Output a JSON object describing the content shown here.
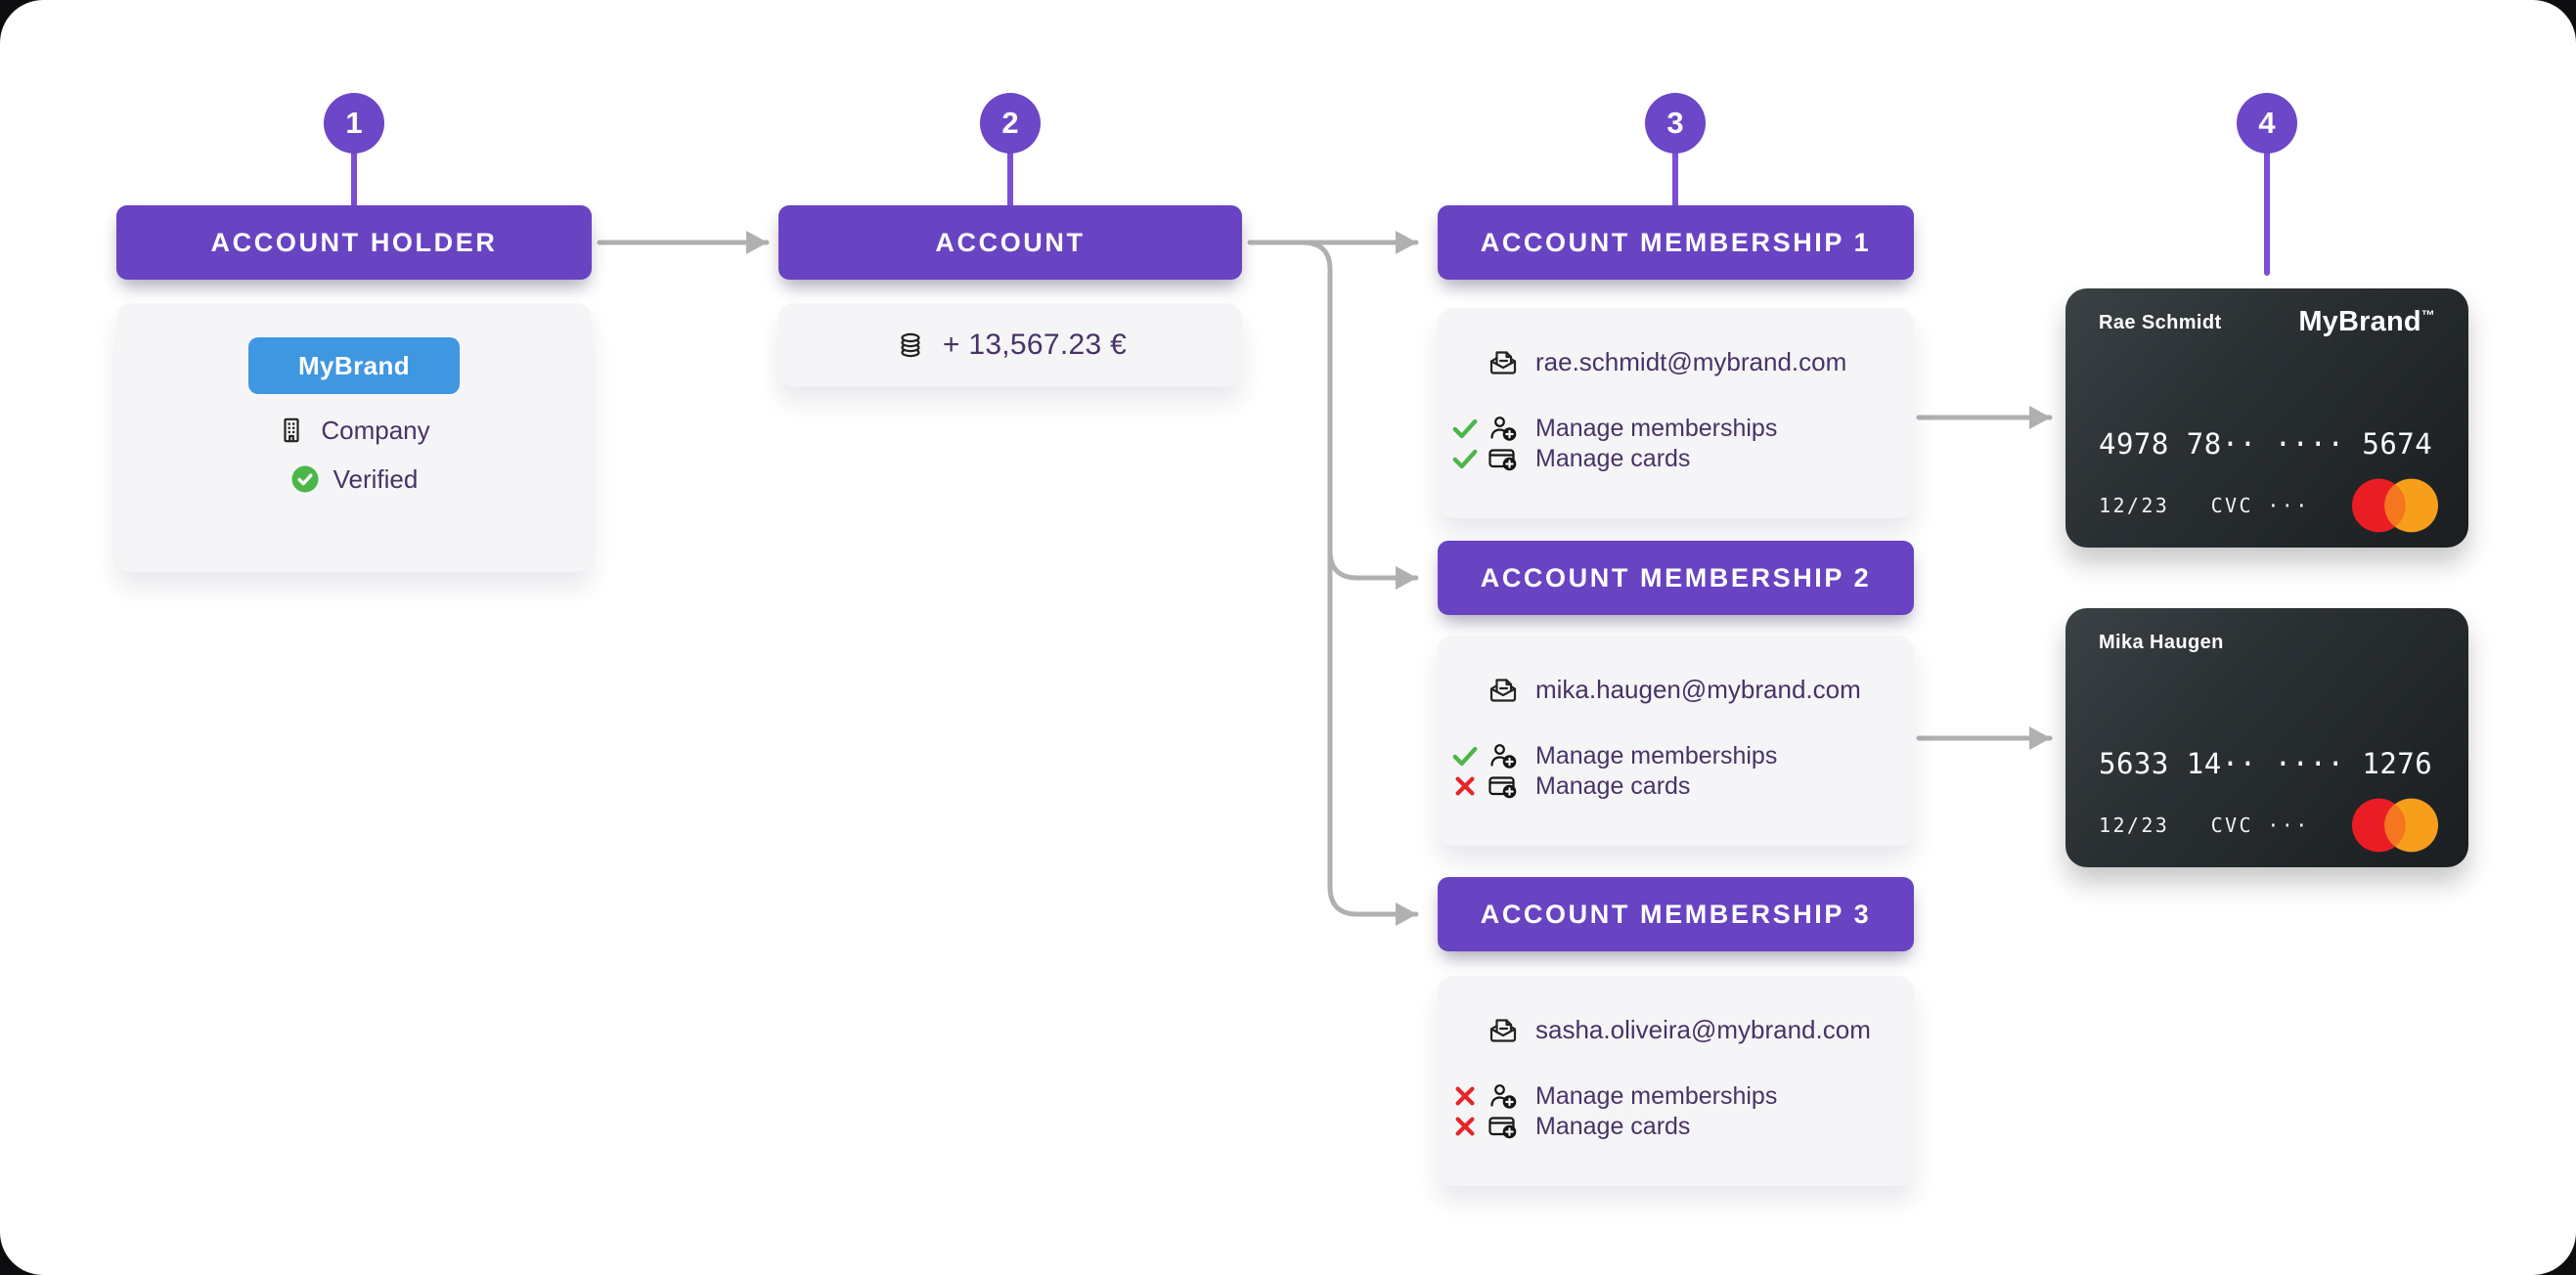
{
  "markers": [
    {
      "number": "1"
    },
    {
      "number": "2"
    },
    {
      "number": "3"
    },
    {
      "number": "4"
    }
  ],
  "account_holder": {
    "title": "ACCOUNT HOLDER",
    "brand": "MyBrand",
    "type_label": "Company",
    "status_label": "Verified"
  },
  "account": {
    "title": "ACCOUNT",
    "balance": "+ 13,567.23 €"
  },
  "memberships": [
    {
      "title": "ACCOUNT MEMBERSHIP 1",
      "email": "rae.schmidt@mybrand.com",
      "permissions": [
        {
          "label": "Manage memberships",
          "allowed": true
        },
        {
          "label": "Manage cards",
          "allowed": true
        }
      ]
    },
    {
      "title": "ACCOUNT MEMBERSHIP 2",
      "email": "mika.haugen@mybrand.com",
      "permissions": [
        {
          "label": "Manage memberships",
          "allowed": true
        },
        {
          "label": "Manage cards",
          "allowed": false
        }
      ]
    },
    {
      "title": "ACCOUNT MEMBERSHIP 3",
      "email": "sasha.oliveira@mybrand.com",
      "permissions": [
        {
          "label": "Manage memberships",
          "allowed": false
        },
        {
          "label": "Manage cards",
          "allowed": false
        }
      ]
    }
  ],
  "cards": [
    {
      "holder": "Rae Schmidt",
      "brand": "MyBrand",
      "brand_mark": "™",
      "number": "4978 78·· ···· 5674",
      "expiry": "12/23",
      "cvc": "CVC ···"
    },
    {
      "holder": "Mika Haugen",
      "number": "5633 14·· ···· 1276",
      "expiry": "12/23",
      "cvc": "CVC ···"
    }
  ],
  "colors": {
    "purple_header": "#6843C2",
    "purple_marker": "#6C47C8",
    "purple_stem": "#7B4FD3",
    "blue_brand": "#3F96E1",
    "green_check": "#4CB648",
    "red_x": "#E52628",
    "arrow_gray": "#B0B0B3",
    "text_purple": "#483266",
    "mastercard_red": "#EA1D25",
    "mastercard_orange": "#F79E1B",
    "mastercard_overlap": "#F4771F"
  }
}
